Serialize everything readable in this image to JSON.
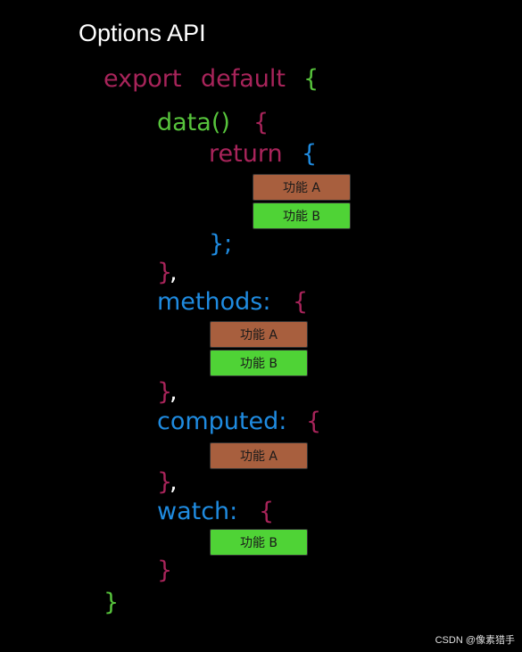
{
  "title": "Options API",
  "code": {
    "export": "export",
    "default": "default",
    "open_brace": "{",
    "data_fn": "data()",
    "data_open": "{",
    "return_kw": "return",
    "return_open": "{",
    "return_close": "};",
    "data_close": "}",
    "comma": ",",
    "methods_key": "methods:",
    "methods_open": "{",
    "methods_close": "}",
    "computed_key": "computed:",
    "computed_open": "{",
    "computed_close": "}",
    "watch_key": "watch:",
    "watch_open": "{",
    "watch_close": "}",
    "final_close": "}"
  },
  "features": {
    "a": "功能 A",
    "b": "功能 B"
  },
  "colors": {
    "feature_a": "#a85f3e",
    "feature_b": "#4fd336",
    "keyword": "#a8245a",
    "function": "#57c43c",
    "option_key": "#1f8be0"
  },
  "watermark": "CSDN @像素猎手"
}
